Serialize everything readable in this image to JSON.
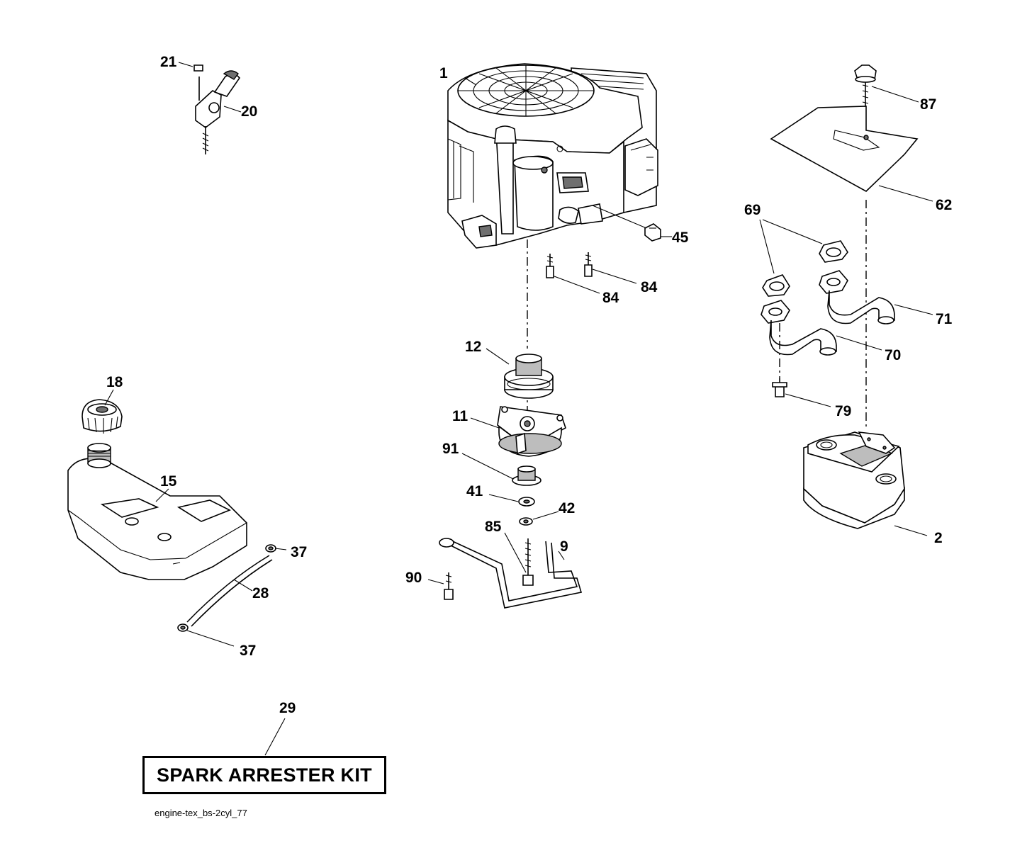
{
  "diagram": {
    "callouts": {
      "c1": "1",
      "c2": "2",
      "c9": "9",
      "c11": "11",
      "c12": "12",
      "c15": "15",
      "c18": "18",
      "c20": "20",
      "c21": "21",
      "c28": "28",
      "c29": "29",
      "c37a": "37",
      "c37b": "37",
      "c41": "41",
      "c42": "42",
      "c45": "45",
      "c62": "62",
      "c69": "69",
      "c70": "70",
      "c71": "71",
      "c79": "79",
      "c84a": "84",
      "c84b": "84",
      "c85": "85",
      "c87": "87",
      "c90": "90",
      "c91": "91"
    },
    "kit_label": "SPARK ARRESTER KIT",
    "drawing_code": "engine-tex_bs-2cyl_77"
  }
}
